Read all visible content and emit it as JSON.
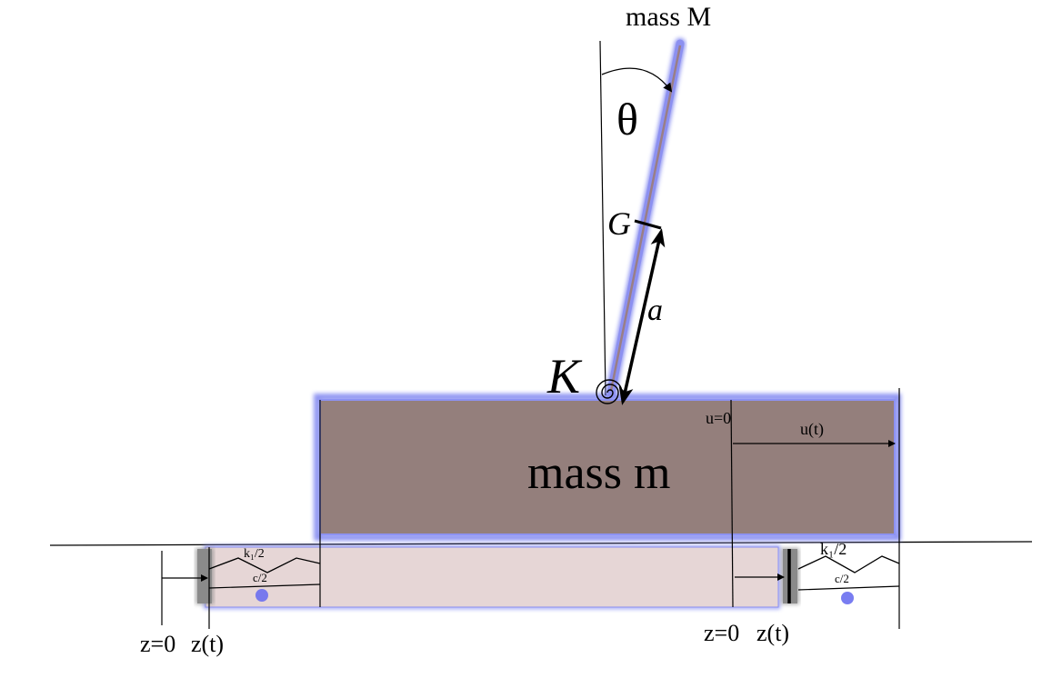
{
  "labels": {
    "top_mass": "mass M",
    "angle": "θ",
    "center_of_gravity": "G",
    "distance": "a",
    "spring_constant": "K",
    "base_mass": "mass m",
    "u_zero": "u=0",
    "u_t": "u(t)",
    "spring_left": "k₁/2",
    "damper_left": "c/2",
    "spring_right": "k₁/2",
    "damper_right": "c/2",
    "z_zero_left": "z=0",
    "z_t_left": "z(t)",
    "z_zero_right": "z=0",
    "z_t_right": "z(t)"
  },
  "colors": {
    "block": "#947f7c",
    "glow": "#7e84f0",
    "track": "#e6d6d6",
    "rod_core": "#9a7f86",
    "plate": "#8a8a8a"
  }
}
